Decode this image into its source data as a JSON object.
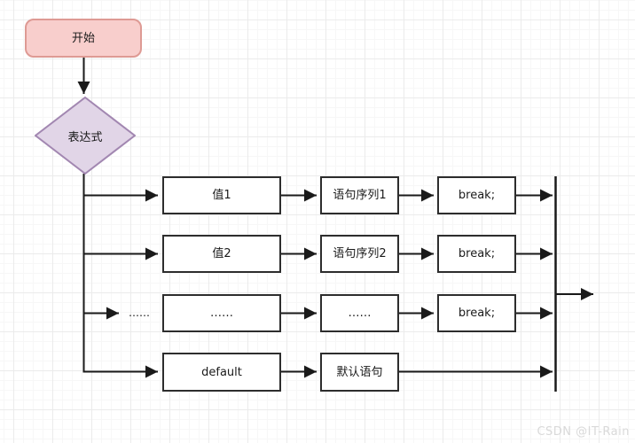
{
  "watermark": "CSDN @IT-Rain",
  "flowchart": {
    "start_label": "开始",
    "decision_label": "表达式",
    "branch_ellipsis": "……",
    "rows": [
      {
        "case": "值1",
        "statement": "语句序列1",
        "brk": "break;"
      },
      {
        "case": "值2",
        "statement": "语句序列2",
        "brk": "break;"
      },
      {
        "case": "……",
        "statement": "……",
        "brk": "break;"
      },
      {
        "case": "default",
        "statement": "默认语句"
      }
    ],
    "colors": {
      "start_fill": "#f8cecc",
      "start_stroke": "#de9a94",
      "decision_fill": "#e1d5e7",
      "decision_stroke": "#a287b1",
      "line": "#1a1a1a",
      "box_fill": "#ffffff",
      "box_stroke": "#2d2d2d"
    }
  }
}
